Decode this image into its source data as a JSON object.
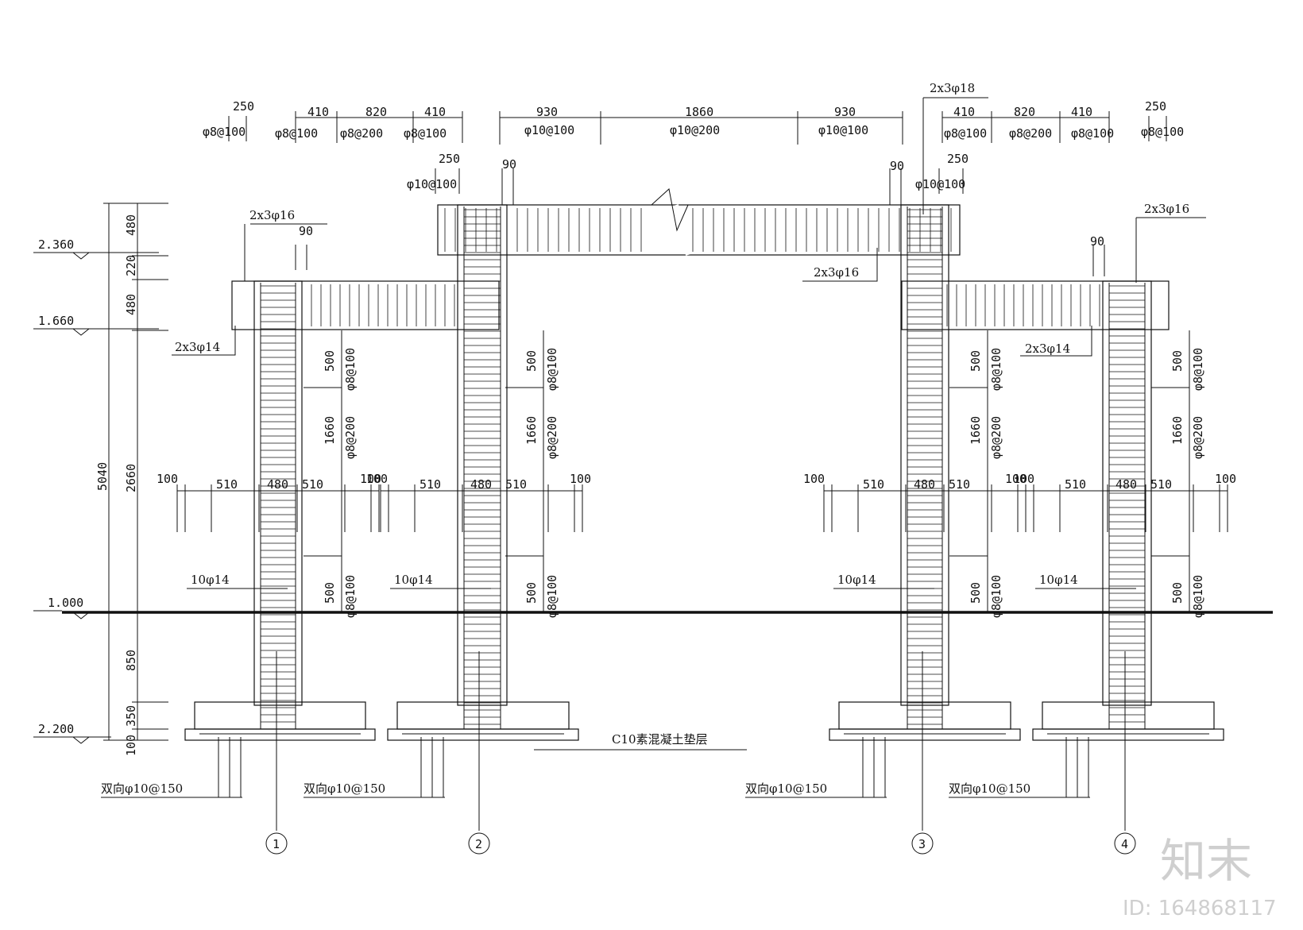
{
  "elevations": [
    "2.360",
    "1.660",
    "1.000",
    "2.200"
  ],
  "left_dims": [
    "480",
    "220",
    "480",
    "2660",
    "850",
    "350",
    "100"
  ],
  "total_height": "5040",
  "top_dims": {
    "d250": "250",
    "d410": "410",
    "d820": "820",
    "d930": "930",
    "d1860": "1860",
    "d90": "90"
  },
  "stirrups": {
    "s8_100": "φ8@100",
    "s8_200": "φ8@200",
    "s10_100": "φ10@100",
    "s10_200": "φ10@200"
  },
  "rebar": {
    "r2x3_16": "2x3φ16",
    "r2x3_14": "2x3φ14",
    "r2x3_18": "2x3φ18",
    "r10_14": "10φ14"
  },
  "column_dims": {
    "c500": "500",
    "c1660": "1660",
    "c100": "100",
    "c510": "510",
    "c480": "480"
  },
  "footing_label": "双向φ10@150",
  "cushion_label": "C10素混凝土垫层",
  "axes": [
    "1",
    "2",
    "3",
    "4"
  ],
  "watermark": {
    "brand": "知末",
    "id": "ID: 164868117"
  }
}
